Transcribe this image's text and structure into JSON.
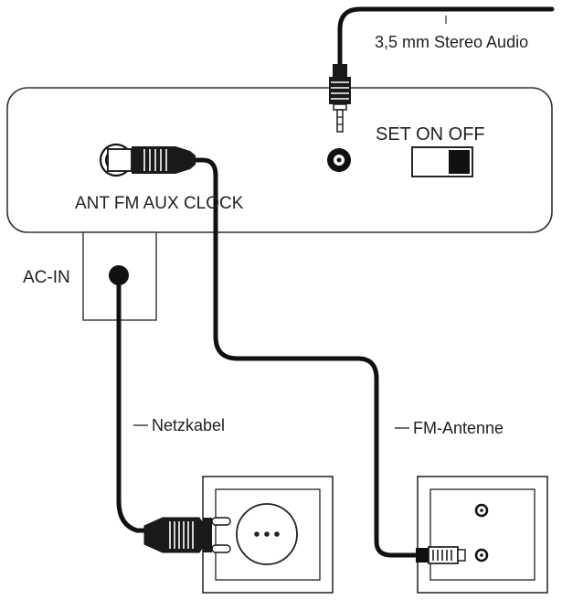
{
  "labels": {
    "audio_cable": "3,5 mm Stereo Audio",
    "switch": "SET ON OFF",
    "rear_ports": "ANT FM AUX CLOCK",
    "ac_in": "AC-IN",
    "power_cable": "Netzkabel",
    "antenna_cable": "FM-Antenne"
  },
  "switch_position": "OFF",
  "colors": {
    "line": "#1a1a1a",
    "panel_fill": "#ffffff"
  }
}
